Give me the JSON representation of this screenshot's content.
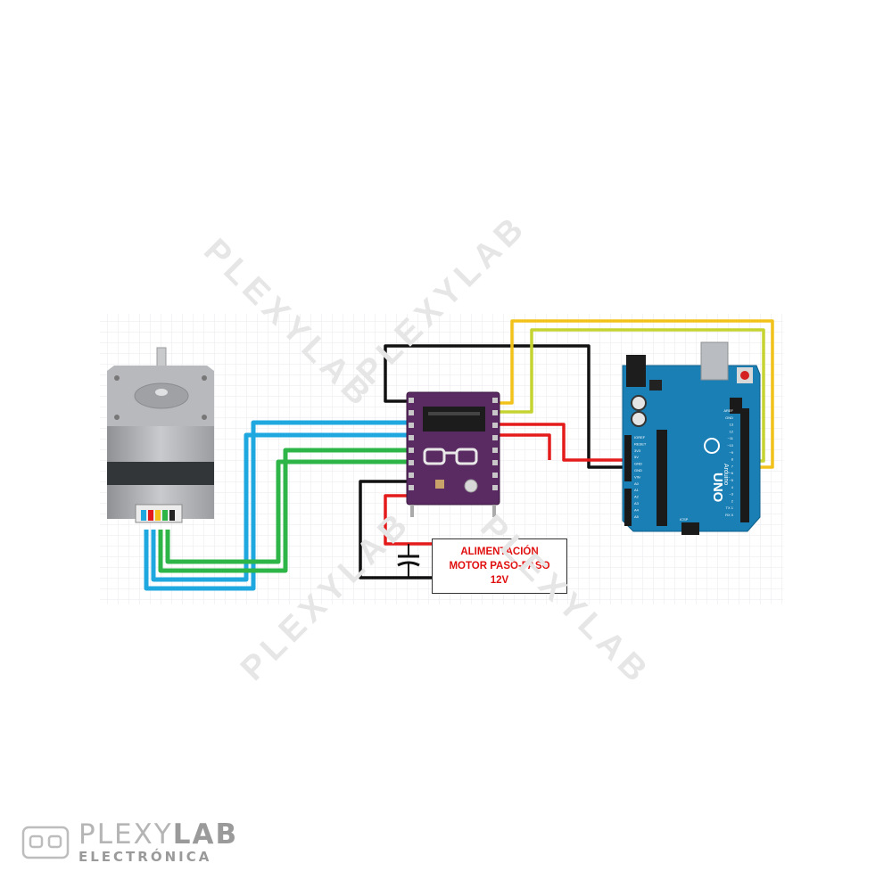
{
  "power_supply": {
    "line1": "ALIMENTACIÓN",
    "line2": "MOTOR PASO-PASO",
    "line3": "12V"
  },
  "board": {
    "brand": "Arduino",
    "model": "UNO",
    "labels": [
      "AREF",
      "GND",
      "13",
      "12",
      "~11",
      "~10",
      "~9",
      "8",
      "7",
      "~6",
      "~5",
      "4",
      "~3",
      "2",
      "TX 1",
      "RX 0",
      "IOREF",
      "RESET",
      "3V3",
      "5V",
      "GND",
      "GND",
      "VIN",
      "A0",
      "A1",
      "A2",
      "A3",
      "A4",
      "A5",
      "ICSP"
    ]
  },
  "watermark": {
    "text": "PLEXYLAB"
  },
  "brand": {
    "name_light": "PLEXY",
    "name_bold": "LAB",
    "subtitle": "ELECTRÓNICA"
  },
  "colors": {
    "wire_blue": "#1fa7e0",
    "wire_green": "#2eb548",
    "wire_red": "#e41b1b",
    "wire_black": "#111111",
    "wire_yellow": "#f2c21b",
    "wire_lime": "#c6d431",
    "arduino_body": "#1a7fb5",
    "driver_body": "#5a2a62",
    "label_text": "#e01010"
  }
}
